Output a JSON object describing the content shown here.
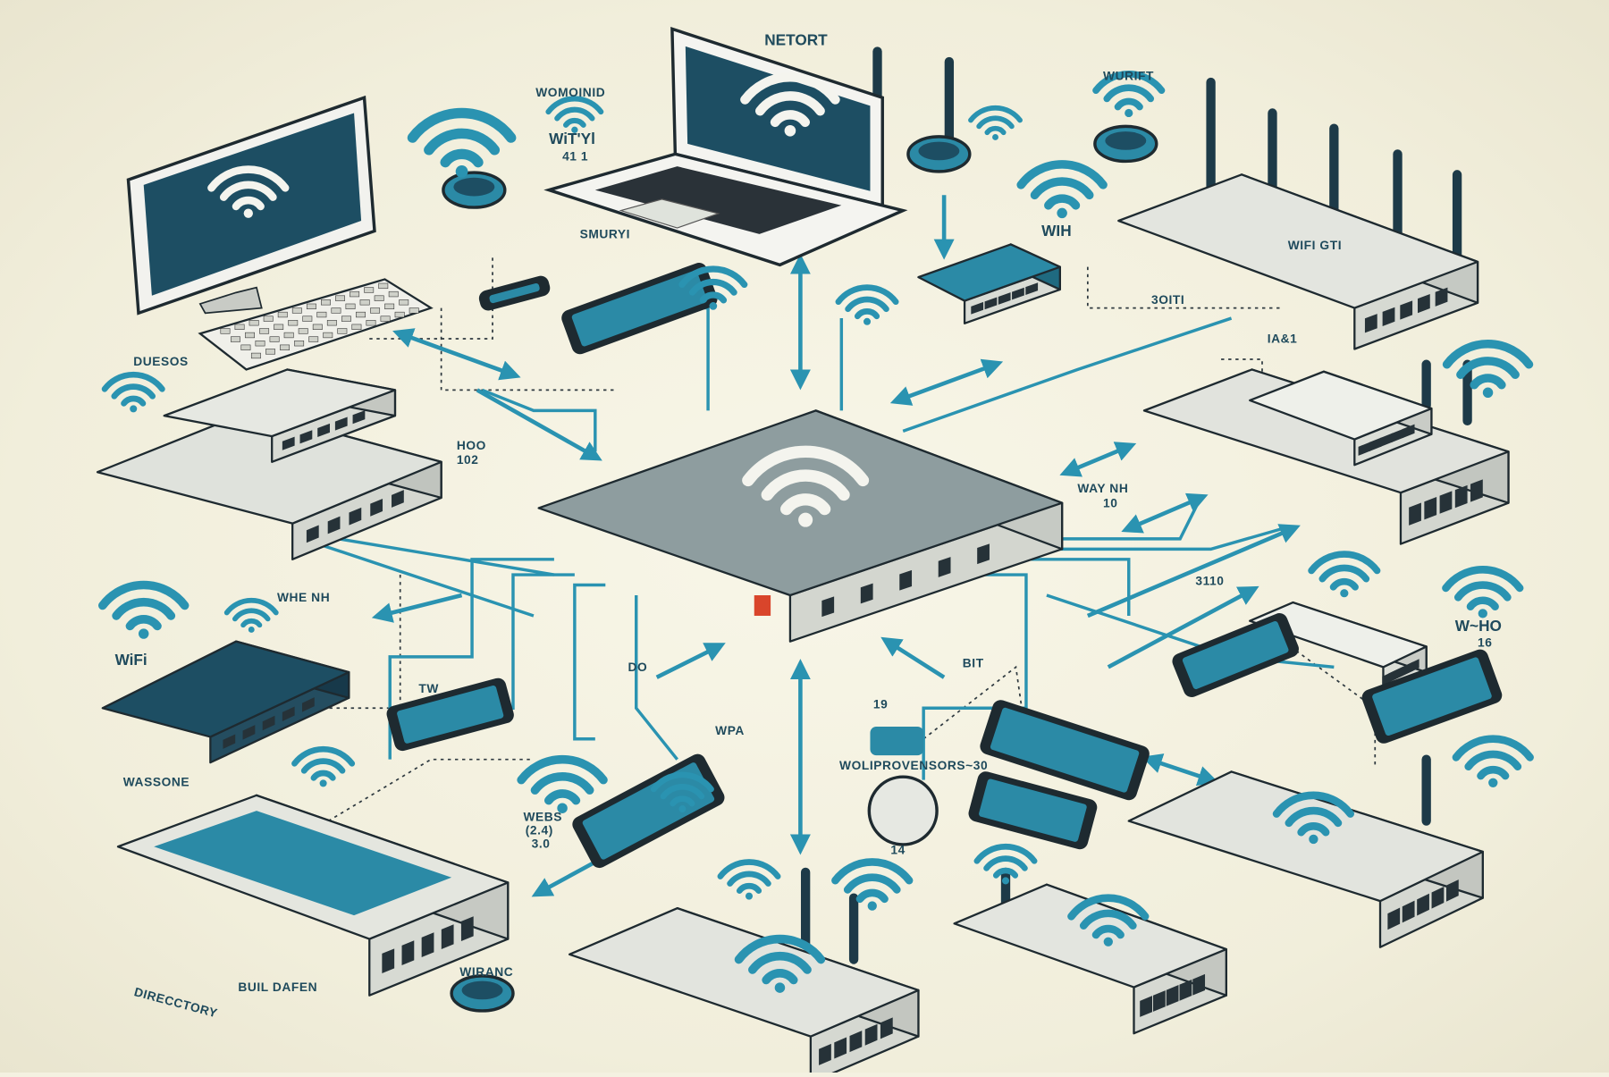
{
  "title": "NETORT",
  "labels": {
    "top_left_wifi": "WOMOINID",
    "top_left_wifi_sub": "WiT'Yl",
    "top_left_wifi_num": "41 1",
    "top_right_wifi": "WURIFT",
    "right_wifi": "WIH",
    "left_side": "DUESOS",
    "left_wifi": "WiFi",
    "left_mid": "WHE NH",
    "hub_left": "HOO",
    "hub_left_num": "102",
    "right_mid": "WAY NH",
    "right_mid_num": "10",
    "right_port": "3110",
    "right_top": "IA&1",
    "right_bot": "W~HO",
    "right_bot_num": "16",
    "bottom_wpa": "WPA",
    "bottom_center": "WOLIPROVENSORS~30",
    "bottom_center_num": "19",
    "badge_num": "14",
    "webs": "WEBS",
    "webs_sub": "(2.4)",
    "webs_num": "3.0",
    "wassone": "WASSONE",
    "bottom_left_caption": "DIRECCTORY",
    "bottom_left_caption2": "BUIL DAFEN",
    "bottom_mid_caption": "WIRANC",
    "router_caption": "WIFI  GTI",
    "arrow_left_label": "DO",
    "arrow_right_label": "BIT",
    "tw": "TW",
    "top_router_side": "3OITI",
    "smart_label": "SMURYI"
  },
  "colors": {
    "background": "#f4f1e1",
    "teal": "#2a93b1",
    "dark_teal": "#1d4e63",
    "device_gray": "#d9dcd5",
    "device_dark": "#2f3a40",
    "hub_gray": "#8a9a9b"
  }
}
